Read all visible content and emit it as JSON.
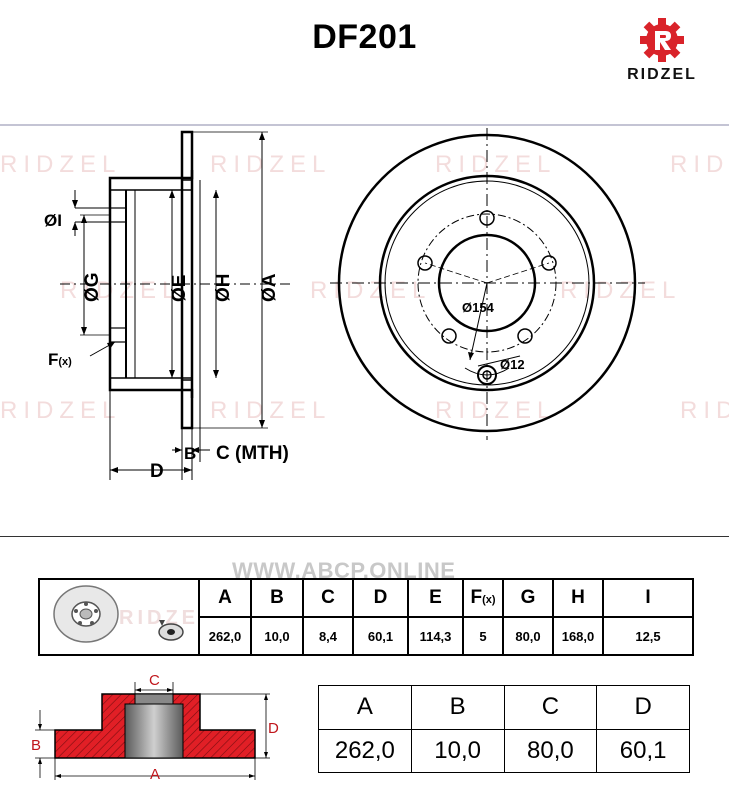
{
  "header": {
    "part_number": "DF201",
    "brand": "RIDZEL",
    "brand_color": "#d9232a"
  },
  "watermarks": {
    "brand_text": "RIDZEL",
    "url_text": "WWW.ABCP.ONLINE"
  },
  "side_view_labels": {
    "dim_i": "ØI",
    "dim_g": "ØG",
    "dim_e": "ØE",
    "dim_h": "ØH",
    "dim_a": "ØA",
    "dim_f": "F",
    "dim_f_sub": "(x)",
    "dim_b": "B",
    "dim_c": "C (MTH)",
    "dim_d": "D"
  },
  "front_view_labels": {
    "bolt_circle": "Ø154",
    "hole": "Ø12"
  },
  "spec_table": {
    "headers": [
      "A",
      "B",
      "C",
      "D",
      "E",
      "F",
      "G",
      "H",
      "I"
    ],
    "f_sub": "(x)",
    "values": [
      "262,0",
      "10,0",
      "8,4",
      "60,1",
      "114,3",
      "5",
      "80,0",
      "168,0",
      "12,5"
    ]
  },
  "section_labels": {
    "a": "A",
    "b": "B",
    "c": "C",
    "d": "D"
  },
  "simple_table": {
    "headers": [
      "A",
      "B",
      "C",
      "D"
    ],
    "values": [
      "262,0",
      "10,0",
      "80,0",
      "60,1"
    ]
  }
}
